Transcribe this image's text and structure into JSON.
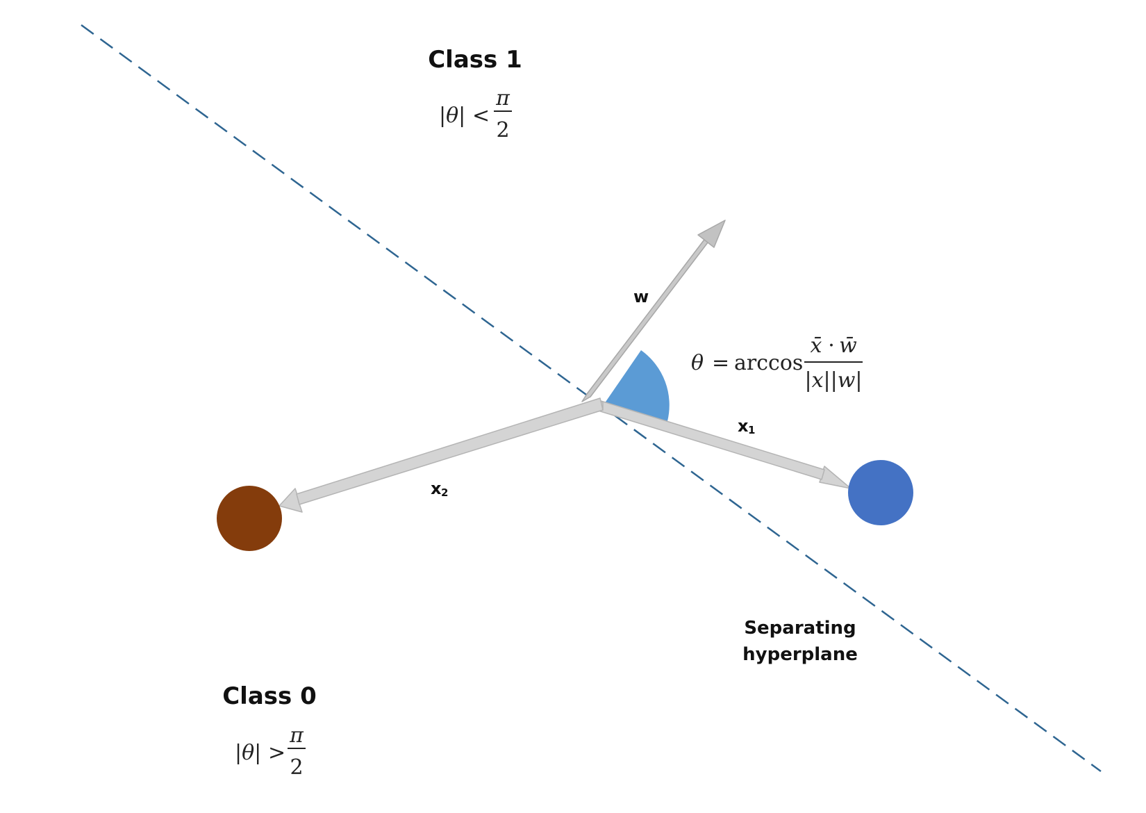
{
  "colors": {
    "hyperplane": "#2e6591",
    "arrow_fill": "#d0d0d0",
    "arrow_stroke": "#b4b4b4",
    "w_arrow_fill": "#c2c2c2",
    "angle_wedge": "#5b9bd5",
    "point_class1": "#4472c4",
    "point_class0": "#843c0c",
    "text": "#111111"
  },
  "regions": {
    "class1": {
      "title": "Class 1",
      "condition_lhs": "|θ|",
      "condition_op": "<",
      "numerator": "π",
      "denominator": "2"
    },
    "class0": {
      "title": "Class 0",
      "condition_lhs": "|θ|",
      "condition_op": ">",
      "numerator": "π",
      "denominator": "2"
    }
  },
  "vectors": {
    "w": {
      "label": "w"
    },
    "x1": {
      "label": "x",
      "subscript": "1"
    },
    "x2": {
      "label": "x",
      "subscript": "2"
    }
  },
  "formula": {
    "lhs": "θ",
    "equals": "=",
    "function": "arccos",
    "numerator_x": "x̄",
    "numerator_dot": "·",
    "numerator_w": "w̄",
    "denominator": "|x||w|"
  },
  "hyperplane_label": {
    "line1": "Separating",
    "line2": "hyperplane"
  },
  "points": [
    {
      "class": "class 1",
      "icon": "circle"
    },
    {
      "class": "class 0",
      "icon": "circle"
    }
  ]
}
